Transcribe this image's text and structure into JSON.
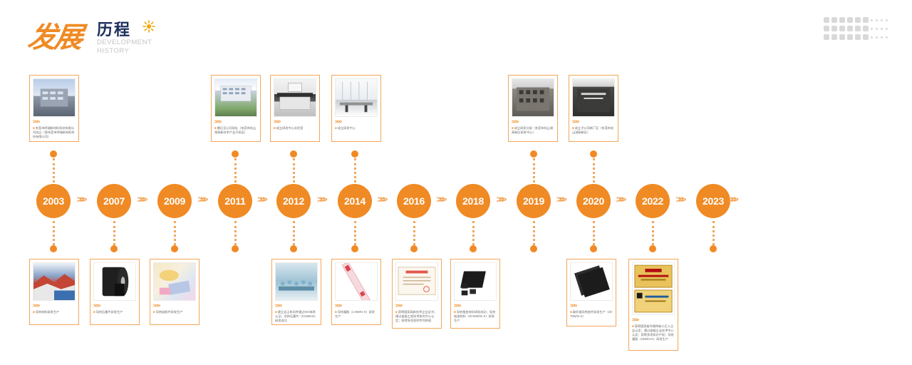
{
  "header": {
    "brush_title": "发展",
    "title": "历程",
    "subtitle_line1": "DEVELOPMENT",
    "subtitle_line2": "HISTORY"
  },
  "colors": {
    "accent": "#f08a24",
    "accent_light": "#f3a65a",
    "title_dark": "#1c2f5c",
    "sun": "#f2a500"
  },
  "timeline": {
    "years": [
      "2003",
      "2007",
      "2009",
      "2011",
      "2012",
      "2014",
      "2016",
      "2018",
      "2019",
      "2020",
      "2022",
      "2023"
    ],
    "separator": ">>>"
  },
  "cards": {
    "arrow_mark": ">>>",
    "top": [
      {
        "year": "2003",
        "photo": "office-building-photo",
        "caption": "东莞市明瑞新材料科技有限公司成立（原东莞市明瑞新材料科技有限公司）"
      },
      {
        "year": "2011",
        "photo": "industrial-park-photo",
        "caption": "搬迁至公司现址（东莞市松山湖高新技术产业开发区）"
      },
      {
        "year": "2012",
        "photo": "laboratory-photo",
        "caption": "成立研发中心实验室"
      },
      {
        "year": "2014",
        "photo": "office-interior-photo",
        "caption": "成立研发中心"
      },
      {
        "year": "2019",
        "photo": "factory-building-photo",
        "caption": "成立研发分部（东莞市松山湖高新区研发中心）"
      },
      {
        "year": "2020",
        "photo": "company-sign-photo",
        "caption": "成立子公司新厂区（东莞市松山湖高新区）"
      }
    ],
    "bottom": [
      {
        "year": "2003",
        "photo": "rooftops-photo",
        "caption": "导热材料研发生产"
      },
      {
        "year": "2007",
        "photo": "film-roll-photo",
        "caption": "导热石墨片研发生产"
      },
      {
        "year": "2009",
        "photo": "pet-film-photo",
        "caption": "导热硅胶片研发生产"
      },
      {
        "year": "2012",
        "photo": "production-line-photo",
        "caption": "建立无尘车间并通过ISO体系认证；导热石墨片（0.025mm）研发成功"
      },
      {
        "year": "2014",
        "photo": "coated-strip-photo",
        "caption": "导热凝胶（1-8W/m·K）研发生产"
      },
      {
        "year": "2016",
        "photo": "certificate-photo",
        "caption": "获得国家高新技术企业证书；通过省级工程技术研究中心认定；获得多项发明专利授权"
      },
      {
        "year": "2018",
        "photo": "black-pads-photo",
        "caption": "导热相变材料研发成功；导热吸波材料（20-50W/m·K）研发生产"
      },
      {
        "year": "2020",
        "photo": "carbon-sheets-photo",
        "caption": "碳纤维导热垫片研发生产（20-70W/m·K）"
      },
      {
        "year": "2022",
        "photo": "gold-plaques-photo",
        "caption": "获得国家级专精特新小巨人企业认定；通过省级企业技术中心认定；获得多项知识产权；导热凝胶（10W/m·K）研发生产"
      }
    ]
  }
}
